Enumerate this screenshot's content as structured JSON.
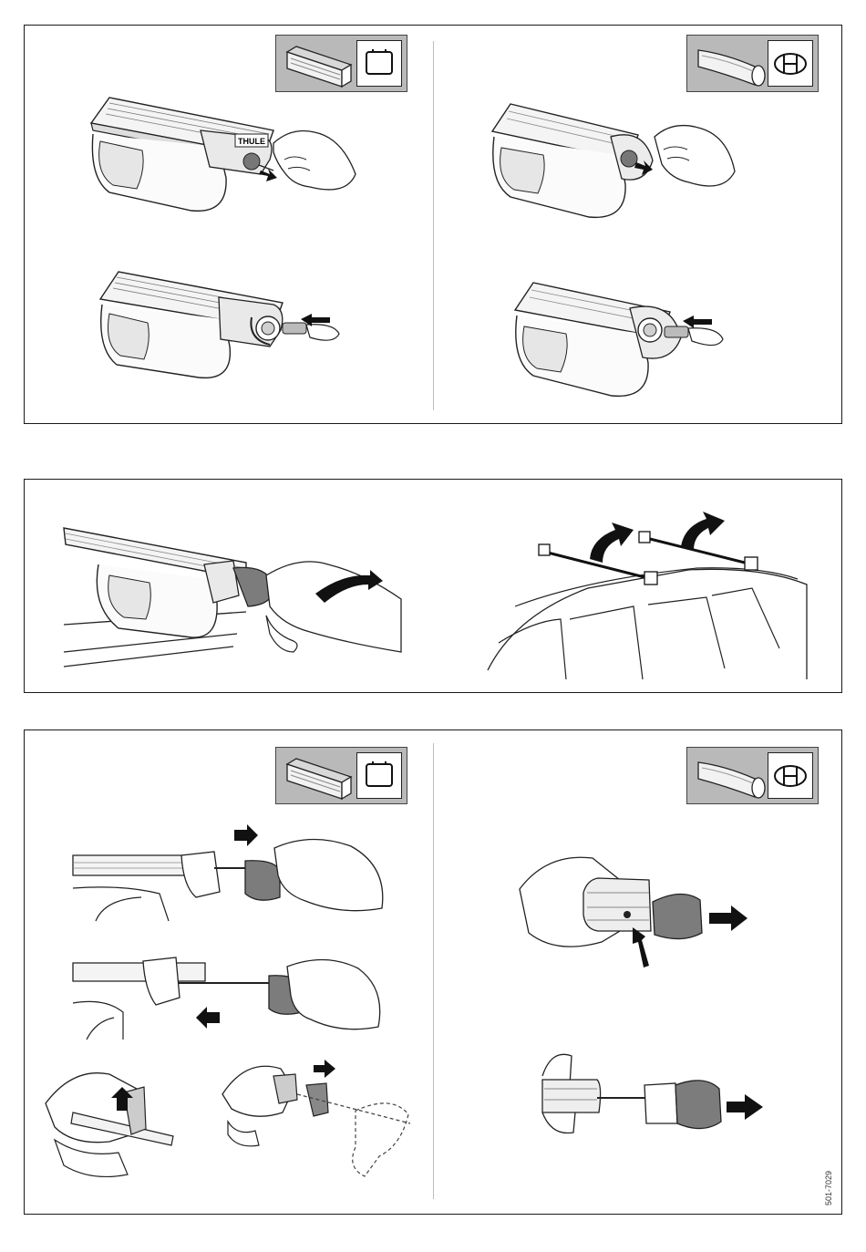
{
  "document": {
    "doc_number": "501-7029",
    "bar_brand": "THULE"
  },
  "panels": [
    {
      "id": "step-lock-removal",
      "badges": [
        "square-bar-profile",
        "aero-bar-profile"
      ]
    },
    {
      "id": "step-mount-on-roof"
    },
    {
      "id": "step-endcap-removal",
      "badges": [
        "square-bar-profile",
        "aero-bar-profile"
      ]
    }
  ],
  "icons": {
    "corner_marker": "black-triangle-corner",
    "square_profile": "square-profile-icon",
    "aero_profile": "aero-profile-icon",
    "push_arrow": "arrow-icon",
    "rotate_arrow": "curved-arrow-icon"
  },
  "colors": {
    "line": "#1a1a1a",
    "badge_bg": "#b9b9b9",
    "arrow": "#111111"
  }
}
